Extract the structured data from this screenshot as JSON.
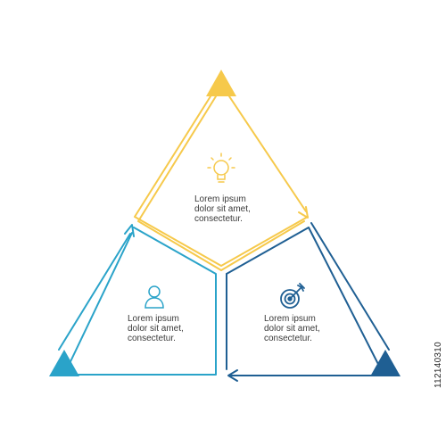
{
  "colors": {
    "yellow": "#f6c94b",
    "teal": "#2aa3c9",
    "navy": "#1f5f93",
    "text": "#3a3a3a",
    "icon": "#9a9a9a"
  },
  "segments": [
    {
      "id": "top",
      "color": "yellow",
      "icon": "lightbulb-icon",
      "lines": [
        "Lorem ipsum",
        "dolor sit amet,",
        "consectetur."
      ]
    },
    {
      "id": "left",
      "color": "teal",
      "icon": "user-icon",
      "lines": [
        "Lorem ipsum",
        "dolor sit amet,",
        "consectetur."
      ]
    },
    {
      "id": "right",
      "color": "navy",
      "icon": "target-icon",
      "lines": [
        "Lorem ipsum",
        "dolor sit amet,",
        "consectetur."
      ]
    }
  ],
  "stock_id": "112140310"
}
